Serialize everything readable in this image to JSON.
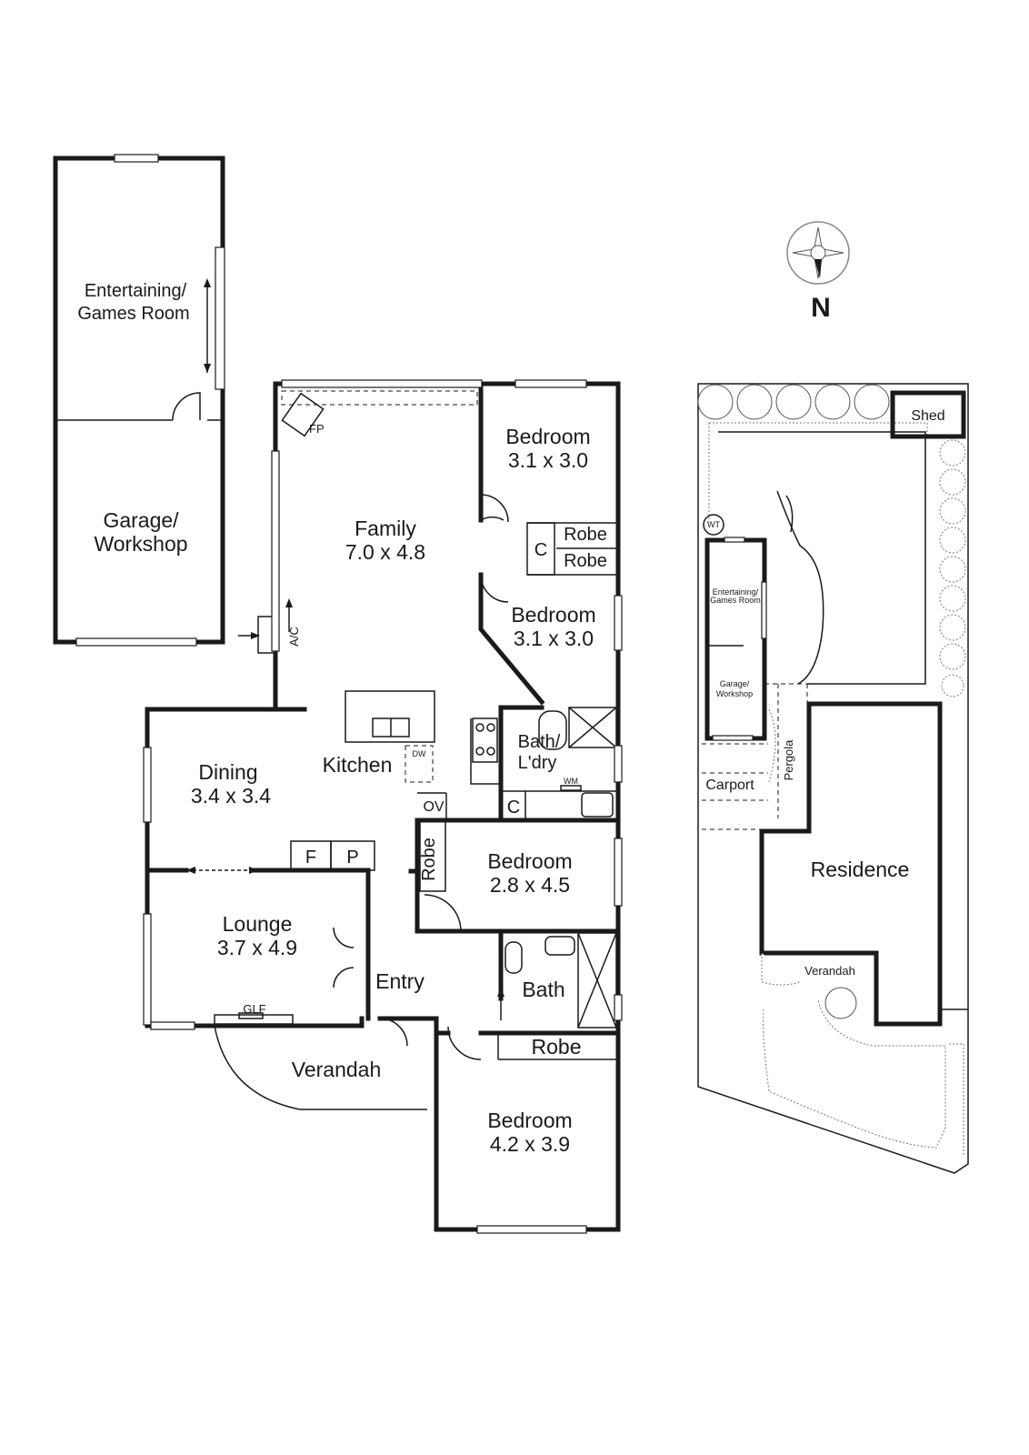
{
  "outbuilding": {
    "entertaining": "Entertaining/",
    "games_room": "Games Room",
    "garage": "Garage/",
    "workshop": "Workshop"
  },
  "rooms": {
    "family": {
      "name": "Family",
      "dims": "7.0 x 4.8"
    },
    "bedroom_ne": {
      "name": "Bedroom",
      "dims": "3.1 x 3.0"
    },
    "bedroom_e": {
      "name": "Bedroom",
      "dims": "3.1 x 3.0"
    },
    "dining": {
      "name": "Dining",
      "dims": "3.4 x 3.4"
    },
    "kitchen": {
      "name": "Kitchen"
    },
    "bath_laundry": {
      "line1": "Bath/",
      "line2": "L'dry"
    },
    "bedroom_mid": {
      "name": "Bedroom",
      "dims": "2.8 x 4.5"
    },
    "lounge": {
      "name": "Lounge",
      "dims": "3.7 x 4.9"
    },
    "entry": {
      "name": "Entry"
    },
    "bath": {
      "name": "Bath"
    },
    "robe_bottom": {
      "name": "Robe"
    },
    "verandah": {
      "name": "Verandah"
    },
    "bedroom_s": {
      "name": "Bedroom",
      "dims": "4.2 x 3.9"
    }
  },
  "fixtures": {
    "fp": "FP",
    "ac": "A/C",
    "robe": "Robe",
    "c": "C",
    "dw": "DW",
    "wm": "WM",
    "ov": "OV",
    "f": "F",
    "p": "P",
    "glf": "GLF"
  },
  "site": {
    "north": "N",
    "shed": "Shed",
    "wt": "WT",
    "entertaining": "Entertaining/",
    "games_room": "Games Room",
    "garage": "Garage/",
    "workshop": "Workshop",
    "carport": "Carport",
    "pergola": "Pergola",
    "residence": "Residence",
    "verandah": "Verandah"
  }
}
